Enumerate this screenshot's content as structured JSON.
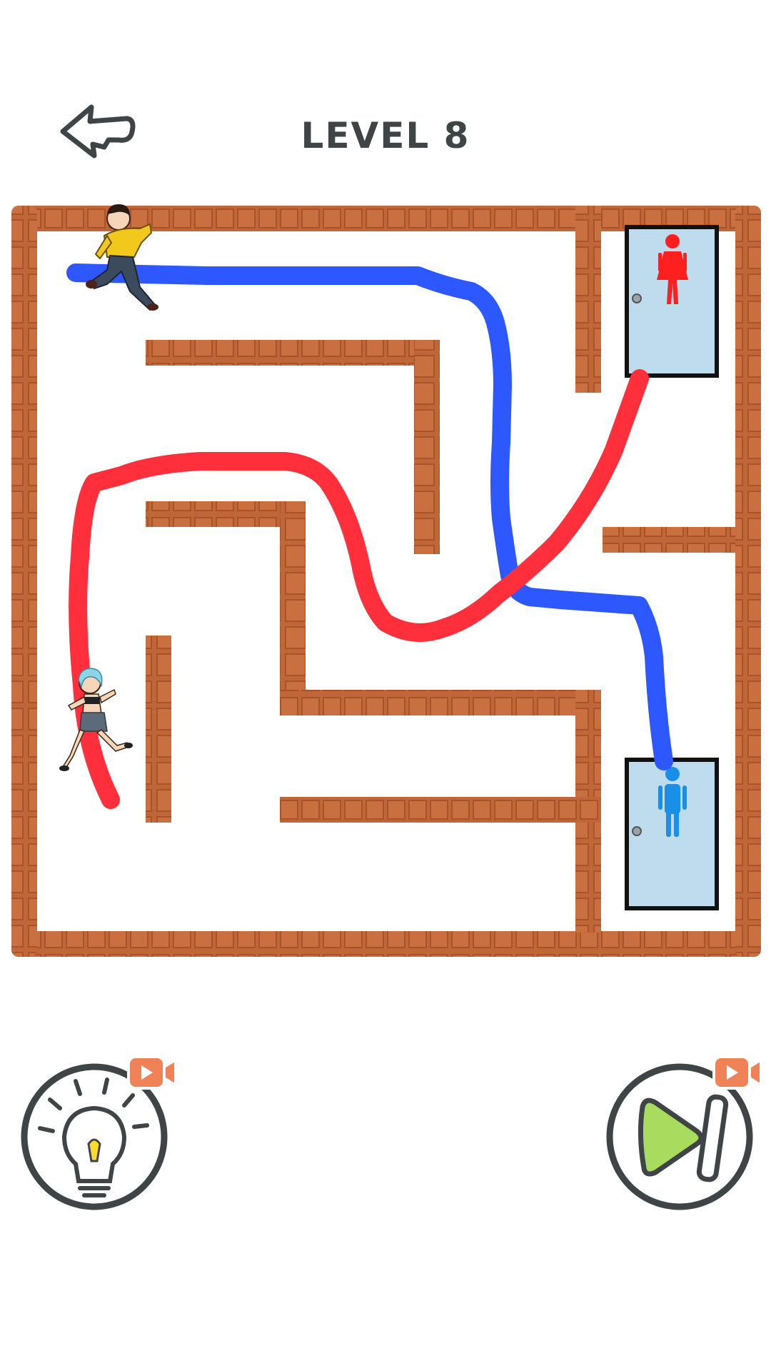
{
  "header": {
    "level_label": "LEVEL 8"
  },
  "icons": {
    "back": "arrow-left-icon",
    "female_door_sign": "woman-restroom-icon",
    "male_door_sign": "man-restroom-icon",
    "hint": "lightbulb-icon",
    "skip": "play-skip-icon",
    "video_ad": "video-camera-icon"
  },
  "colors": {
    "brick": "#c0673a",
    "brick_dark": "#a2522a",
    "door_fill": "#bfdcef",
    "female_path": "#ff2f3b",
    "male_path": "#2d58ff",
    "female_sign": "#ff1f1f",
    "male_sign": "#1a8fe8",
    "title": "#3f4446",
    "hint_bulb": "#ffdb2e",
    "skip_play": "#a8db5e",
    "ad_badge": "#f08258"
  },
  "characters": {
    "boy": "boy-character",
    "girl": "girl-character"
  }
}
